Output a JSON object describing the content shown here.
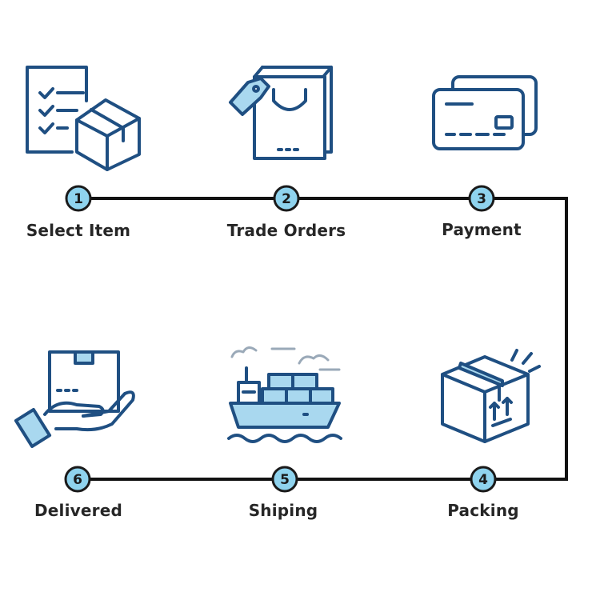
{
  "colors": {
    "line": "#111111",
    "icon_stroke": "#1f4f82",
    "icon_fill": "#a9d8ef",
    "badge_fill": "#8fd3ee",
    "badge_stroke": "#1a1a1a",
    "label": "#262626"
  },
  "steps": [
    {
      "num": "1",
      "label": "Select Item",
      "icon": "checklist-box-icon"
    },
    {
      "num": "2",
      "label": "Trade Orders",
      "icon": "shopping-bag-tag-icon"
    },
    {
      "num": "3",
      "label": "Payment",
      "icon": "credit-card-icon"
    },
    {
      "num": "4",
      "label": "Packing",
      "icon": "package-box-icon"
    },
    {
      "num": "5",
      "label": "Shiping",
      "icon": "cargo-ship-icon"
    },
    {
      "num": "6",
      "label": "Delivered",
      "icon": "hand-box-icon"
    }
  ]
}
